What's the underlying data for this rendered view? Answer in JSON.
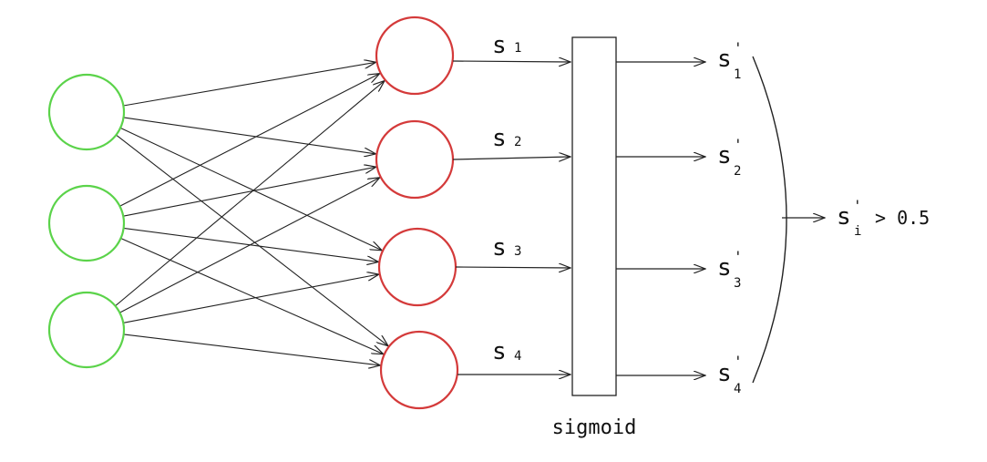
{
  "colors": {
    "input_node": "#5bd34a",
    "hidden_node": "#d43a3a",
    "line": "#222222"
  },
  "outputs_in": [
    {
      "base": "s",
      "sub": "1"
    },
    {
      "base": "s",
      "sub": "2"
    },
    {
      "base": "s",
      "sub": "3"
    },
    {
      "base": "s",
      "sub": "4"
    }
  ],
  "outputs_out": [
    {
      "base": "s",
      "prime": "'",
      "sub": "1"
    },
    {
      "base": "s",
      "prime": "'",
      "sub": "2"
    },
    {
      "base": "s",
      "prime": "'",
      "sub": "3"
    },
    {
      "base": "s",
      "prime": "'",
      "sub": "4"
    }
  ],
  "sigmoid_label": "sigmoid",
  "result": {
    "base": "s",
    "prime": "'",
    "sub": "i",
    "condition": "> 0.5"
  }
}
